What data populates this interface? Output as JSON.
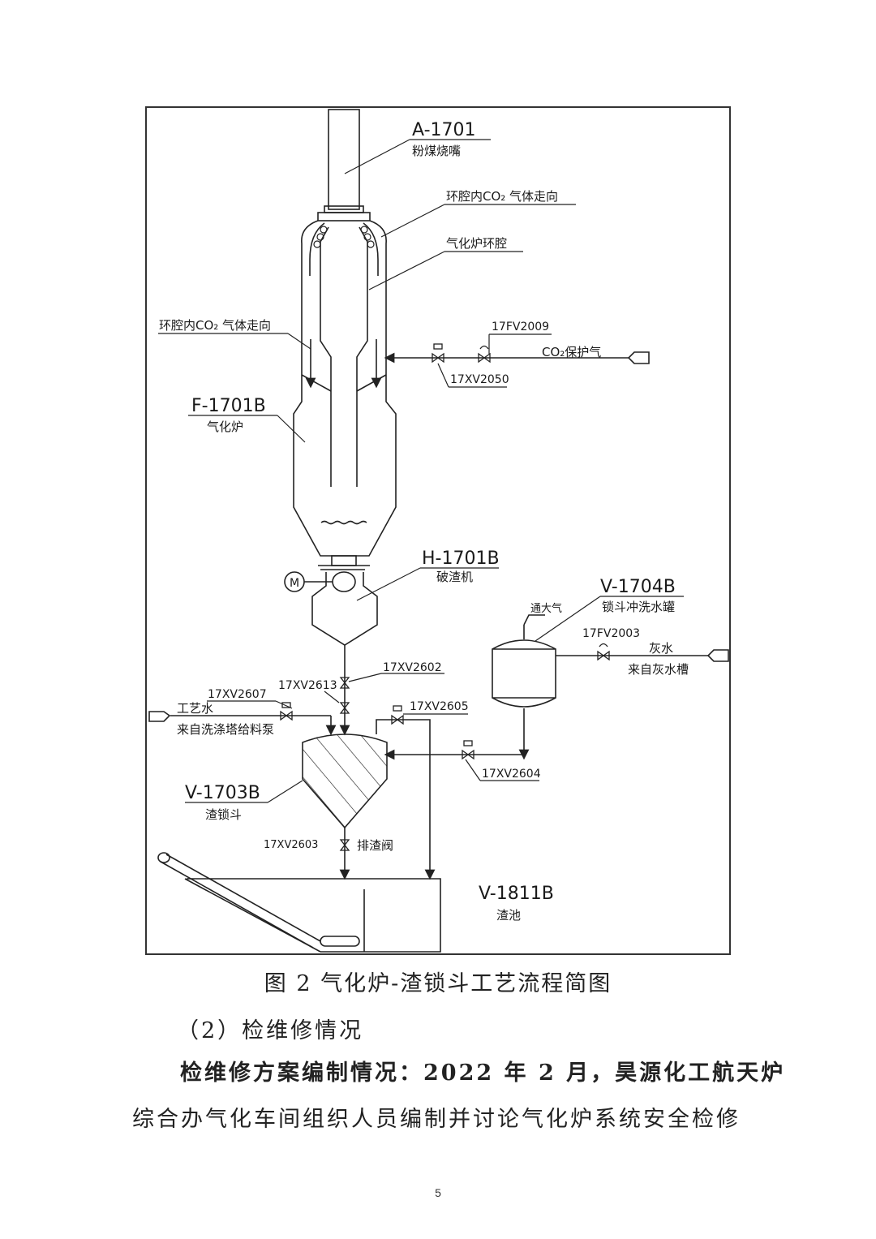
{
  "figure": {
    "caption": "图 2   气化炉-渣锁斗工艺流程简图",
    "equipment": {
      "burner": {
        "tag": "A-1701",
        "name": "粉煤烧嘴"
      },
      "annulus_co2_top": {
        "text": "环腔内CO₂ 气体走向"
      },
      "gasifier_annulus": {
        "text": "气化炉环腔"
      },
      "annulus_co2_left": {
        "text": "环腔内CO₂ 气体走向"
      },
      "gasifier": {
        "tag": "F-1701B",
        "name": "气化炉"
      },
      "slag_crusher": {
        "tag": "H-1701B",
        "name": "破渣机",
        "motor": "M"
      },
      "flush_tank": {
        "tag": "V-1704B",
        "name": "锁斗冲洗水罐",
        "vent": "通大气"
      },
      "lock_hopper": {
        "tag": "V-1703B",
        "name": "渣锁斗"
      },
      "slag_pool": {
        "tag": "V-1811B",
        "name": "渣池"
      }
    },
    "valves": {
      "fv2009": "17FV2009",
      "xv2050": "17XV2050",
      "fv2003": "17FV2003",
      "xv2602": "17XV2602",
      "xv2613": "17XV2613",
      "xv2607": "17XV2607",
      "xv2605": "17XV2605",
      "xv2604": "17XV2604",
      "xv2603": "17XV2603",
      "discharge_label": "排渣阀"
    },
    "streams": {
      "co2": "CO₂保护气",
      "ash_water": "灰水",
      "ash_water_src": "来自灰水槽",
      "process_water": "工艺水",
      "process_water_src": "来自洗涤塔给料泵"
    }
  },
  "text": {
    "section_heading": "（2）检维修情况",
    "para_line1": "检维修方案编制情况：2022 年 2 月，昊源化工航天炉",
    "para_line2": "综合办气化车间组织人员编制并讨论气化炉系统安全检修",
    "page_number": "5"
  }
}
